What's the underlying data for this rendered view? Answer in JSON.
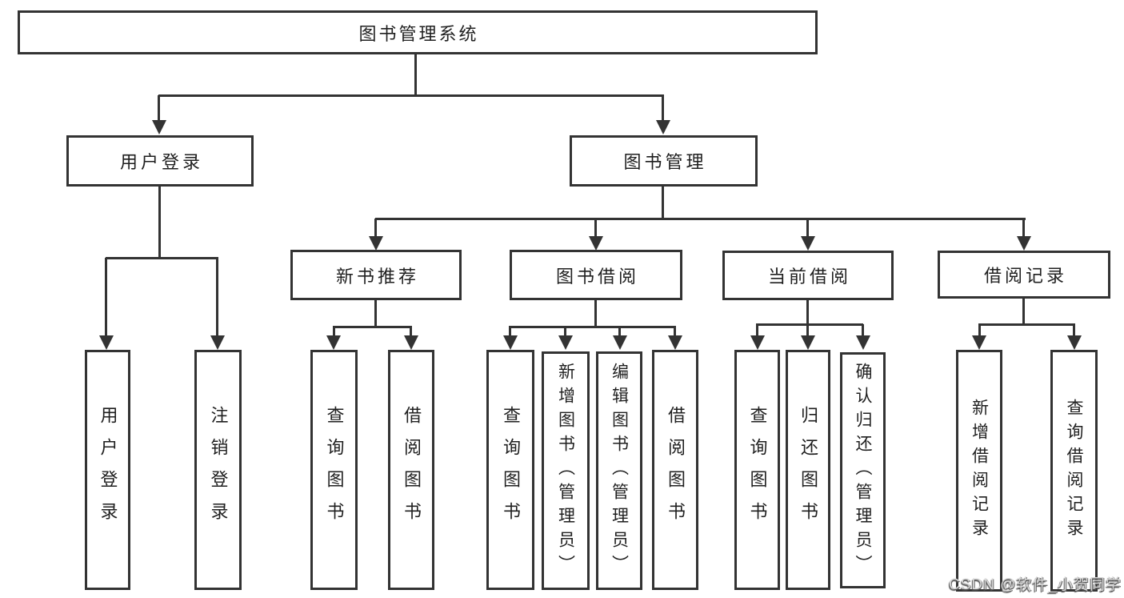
{
  "tree": {
    "label": "图书管理系统",
    "children": [
      {
        "label": "用户登录",
        "children": [
          {
            "label": "用户登录"
          },
          {
            "label": "注销登录"
          }
        ]
      },
      {
        "label": "图书管理",
        "children": [
          {
            "label": "新书推荐",
            "children": [
              {
                "label": "查询图书"
              },
              {
                "label": "借阅图书"
              }
            ]
          },
          {
            "label": "图书借阅",
            "children": [
              {
                "label": "查询图书"
              },
              {
                "label": "新增图书（管理员）"
              },
              {
                "label": "编辑图书（管理员）"
              },
              {
                "label": "借阅图书"
              }
            ]
          },
          {
            "label": "当前借阅",
            "children": [
              {
                "label": "查询图书"
              },
              {
                "label": "归还图书"
              },
              {
                "label": "确认归还（管理员）"
              }
            ]
          },
          {
            "label": "借阅记录",
            "children": [
              {
                "label": "新增借阅记录"
              },
              {
                "label": "查询借阅记录"
              }
            ]
          }
        ]
      }
    ]
  },
  "watermark": "CSDN @软件_小贺同学",
  "colors": {
    "line": "#333333",
    "text": "#1f1f1f",
    "background": "#ffffff",
    "watermark_fill": "#d8d8d8",
    "watermark_shadow": "#4f4f4f"
  }
}
